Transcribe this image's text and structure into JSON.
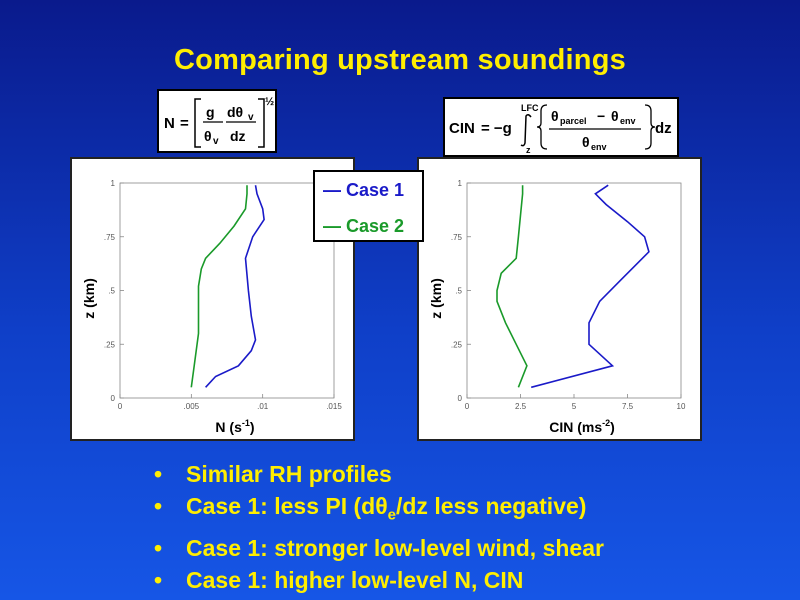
{
  "title": "Comparing upstream soundings",
  "colors": {
    "case1": "#1a1ac8",
    "case2": "#1a9a2a",
    "title": "#ffee00"
  },
  "equations": {
    "n_eq": {
      "lhs": "N",
      "eq": "=",
      "g": "g",
      "theta_v": "θ",
      "sub_v": "v",
      "d_theta": "dθ",
      "dz": "dz",
      "power": "½"
    },
    "cin_eq": {
      "lhs": "CIN",
      "eq": "= −g",
      "upper": "LFC",
      "lower": "z",
      "theta": "θ",
      "sub_parcel": "parcel",
      "minus": "−",
      "sub_env": "env",
      "dz": "dz"
    }
  },
  "legend": {
    "case1": "Case 1",
    "case2": "Case 2"
  },
  "bullets": [
    {
      "marker": "•",
      "parts": [
        "Similar RH profiles"
      ]
    },
    {
      "marker": "•",
      "parts": [
        "Case 1: less PI (dθ",
        "e",
        "/dz less negative)"
      ]
    },
    {
      "marker": "•",
      "parts": [
        "Case 1: stronger low-level wind, shear"
      ]
    },
    {
      "marker": "•",
      "parts": [
        "Case 1: higher low-level N, CIN"
      ]
    }
  ],
  "chart_data": [
    {
      "type": "line",
      "xlabel": "N (s",
      "xlabel_sup": "-1",
      "xlabel_end": ")",
      "ylabel": "z (km)",
      "xlim": [
        0,
        0.015
      ],
      "ylim": [
        0,
        1
      ],
      "xticks": [
        {
          "v": 0,
          "label": "0"
        },
        {
          "v": 0.005,
          "label": ".005"
        },
        {
          "v": 0.01,
          "label": ".01"
        },
        {
          "v": 0.015,
          "label": ".015"
        }
      ],
      "yticks": [
        {
          "v": 0,
          "label": "0"
        },
        {
          "v": 0.25,
          "label": ".25"
        },
        {
          "v": 0.5,
          "label": ".5"
        },
        {
          "v": 0.75,
          "label": ".75"
        },
        {
          "v": 1,
          "label": "1"
        }
      ],
      "series": [
        {
          "name": "Case 1",
          "color": "#1a1ac8",
          "points": [
            [
              0.006,
              0.05
            ],
            [
              0.0067,
              0.1
            ],
            [
              0.0083,
              0.15
            ],
            [
              0.0092,
              0.22
            ],
            [
              0.0095,
              0.27
            ],
            [
              0.0092,
              0.38
            ],
            [
              0.009,
              0.5
            ],
            [
              0.0088,
              0.65
            ],
            [
              0.0093,
              0.75
            ],
            [
              0.0101,
              0.83
            ],
            [
              0.01,
              0.88
            ],
            [
              0.0096,
              0.95
            ],
            [
              0.0095,
              0.99
            ]
          ]
        },
        {
          "name": "Case 2",
          "color": "#1a9a2a",
          "points": [
            [
              0.005,
              0.05
            ],
            [
              0.0052,
              0.15
            ],
            [
              0.0055,
              0.3
            ],
            [
              0.0055,
              0.45
            ],
            [
              0.0055,
              0.52
            ],
            [
              0.0057,
              0.6
            ],
            [
              0.006,
              0.65
            ],
            [
              0.007,
              0.72
            ],
            [
              0.008,
              0.8
            ],
            [
              0.0088,
              0.88
            ],
            [
              0.0089,
              0.95
            ],
            [
              0.0089,
              0.99
            ]
          ]
        }
      ]
    },
    {
      "type": "line",
      "xlabel": "CIN (ms",
      "xlabel_sup": "-2",
      "xlabel_end": ")",
      "ylabel": "z (km)",
      "xlim": [
        0,
        10
      ],
      "ylim": [
        0,
        1
      ],
      "xticks": [
        {
          "v": 0,
          "label": "0"
        },
        {
          "v": 2.5,
          "label": "2.5"
        },
        {
          "v": 5,
          "label": "5"
        },
        {
          "v": 7.5,
          "label": "7.5"
        },
        {
          "v": 10,
          "label": "10"
        }
      ],
      "yticks": [
        {
          "v": 0,
          "label": "0"
        },
        {
          "v": 0.25,
          "label": ".25"
        },
        {
          "v": 0.5,
          "label": ".5"
        },
        {
          "v": 0.75,
          "label": ".75"
        },
        {
          "v": 1,
          "label": "1"
        }
      ],
      "series": [
        {
          "name": "Case 1",
          "color": "#1a1ac8",
          "points": [
            [
              3.0,
              0.05
            ],
            [
              6.8,
              0.15
            ],
            [
              5.7,
              0.25
            ],
            [
              5.7,
              0.35
            ],
            [
              6.2,
              0.45
            ],
            [
              7.2,
              0.55
            ],
            [
              8.5,
              0.68
            ],
            [
              8.3,
              0.75
            ],
            [
              7.5,
              0.82
            ],
            [
              6.5,
              0.9
            ],
            [
              6.0,
              0.95
            ],
            [
              6.6,
              0.99
            ]
          ]
        },
        {
          "name": "Case 2",
          "color": "#1a9a2a",
          "points": [
            [
              2.4,
              0.05
            ],
            [
              2.8,
              0.15
            ],
            [
              2.3,
              0.25
            ],
            [
              1.8,
              0.35
            ],
            [
              1.4,
              0.45
            ],
            [
              1.4,
              0.5
            ],
            [
              1.6,
              0.58
            ],
            [
              2.3,
              0.65
            ],
            [
              2.4,
              0.75
            ],
            [
              2.5,
              0.85
            ],
            [
              2.6,
              0.95
            ],
            [
              2.6,
              0.99
            ]
          ]
        }
      ]
    }
  ]
}
